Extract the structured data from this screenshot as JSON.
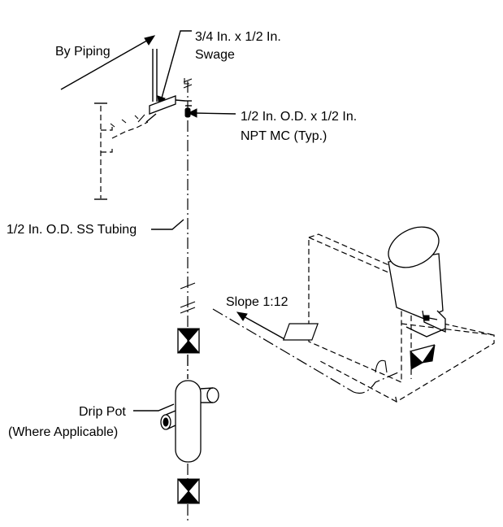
{
  "labels": {
    "by_piping": "By Piping",
    "swage_line1": "3/4 In. x 1/2 In.",
    "swage_line2": "Swage",
    "connector_line1": "1/2 In. O.D. x 1/2 In.",
    "connector_line2": "NPT MC (Typ.)",
    "tubing": "1/2 In. O.D. SS Tubing",
    "slope": "Slope 1:12",
    "drip_pot_line1": "Drip Pot",
    "drip_pot_line2": "(Where Applicable)"
  },
  "icons": {
    "valve": "bowtie-valve-icon",
    "drip_pot": "drip-pot-icon",
    "transmitter": "pressure-transmitter-icon"
  },
  "colors": {
    "line": "#000000",
    "background": "#ffffff"
  }
}
